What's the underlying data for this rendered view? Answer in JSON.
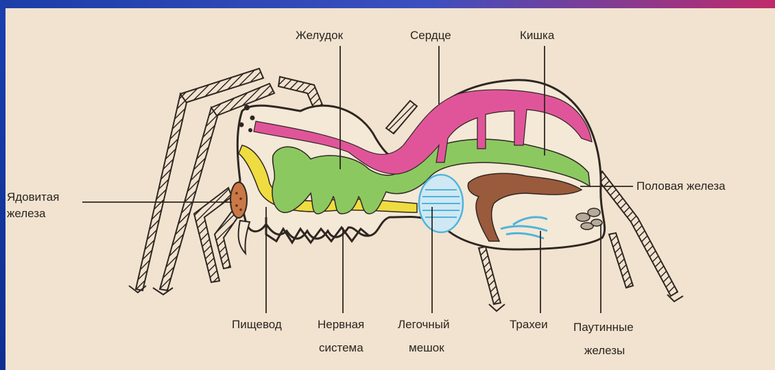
{
  "labels": {
    "stomach": "Желудок",
    "heart": "Сердце",
    "intestine": "Кишка",
    "venom_gland_1": "Ядовитая",
    "venom_gland_2": "железа",
    "gonad": "Половая железа",
    "esophagus": "Пищевод",
    "nervous_1": "Нервная",
    "nervous_2": "система",
    "lung_1": "Легочный",
    "lung_2": "мешок",
    "trachea": "Трахеи",
    "silk_1": "Паутинные",
    "silk_2": "железы"
  },
  "colors": {
    "background": "#f1e3cf",
    "heart": "#e0559a",
    "gut": "#8cc860",
    "esophagus": "#efdc40",
    "lung": "#4fb4dd",
    "gonad": "#9a5a3c",
    "outline": "#2e2622"
  }
}
